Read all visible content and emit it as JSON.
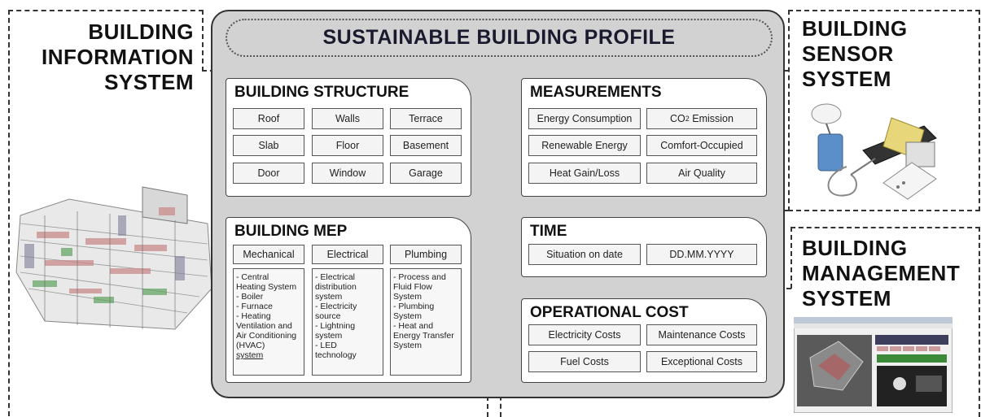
{
  "left_title": [
    "BUILDING",
    "INFORMATION",
    "SYSTEM"
  ],
  "right_top_title": [
    "BUILDING",
    "SENSOR",
    "SYSTEM"
  ],
  "right_bottom_title": [
    "BUILDING",
    "MANAGEMENT",
    "SYSTEM"
  ],
  "main_title": "SUSTAINABLE BUILDING PROFILE",
  "structure": {
    "title": "BUILDING STRUCTURE",
    "items": [
      "Roof",
      "Walls",
      "Terrace",
      "Slab",
      "Floor",
      "Basement",
      "Door",
      "Window",
      "Garage"
    ]
  },
  "mep": {
    "title": "BUILDING MEP",
    "headers": [
      "Mechanical",
      "Electrical",
      "Plumbing"
    ],
    "mechanical": [
      "- Central",
      "Heating System",
      "- Boiler",
      "- Furnace",
      "- Heating",
      "Ventilation and",
      "Air Conditioning",
      "(HVAC)",
      "system"
    ],
    "electrical": [
      "- Electrical",
      "distribution",
      "system",
      "- Electricity",
      "source",
      "- Lightning",
      "system",
      "- LED",
      "technology"
    ],
    "plumbing": [
      "- Process and",
      "Fluid Flow",
      "System",
      "- Plumbing",
      "System",
      "- Heat and",
      "Energy Transfer",
      "System"
    ]
  },
  "measurements": {
    "title": "MEASUREMENTS",
    "items": [
      "Energy Consumption",
      "CO2 Emission",
      "Renewable Energy",
      "Comfort-Occupied",
      "Heat Gain/Loss",
      "Air Quality"
    ],
    "co2_prefix": "CO",
    "co2_sub": "2",
    "co2_suffix": " Emission"
  },
  "time": {
    "title": "TIME",
    "items": [
      "Situation on date",
      "DD.MM.YYYY"
    ]
  },
  "operational": {
    "title": "OPERATIONAL COST",
    "items": [
      "Electricity Costs",
      "Maintenance Costs",
      "Fuel Costs",
      "Exceptional Costs"
    ]
  }
}
